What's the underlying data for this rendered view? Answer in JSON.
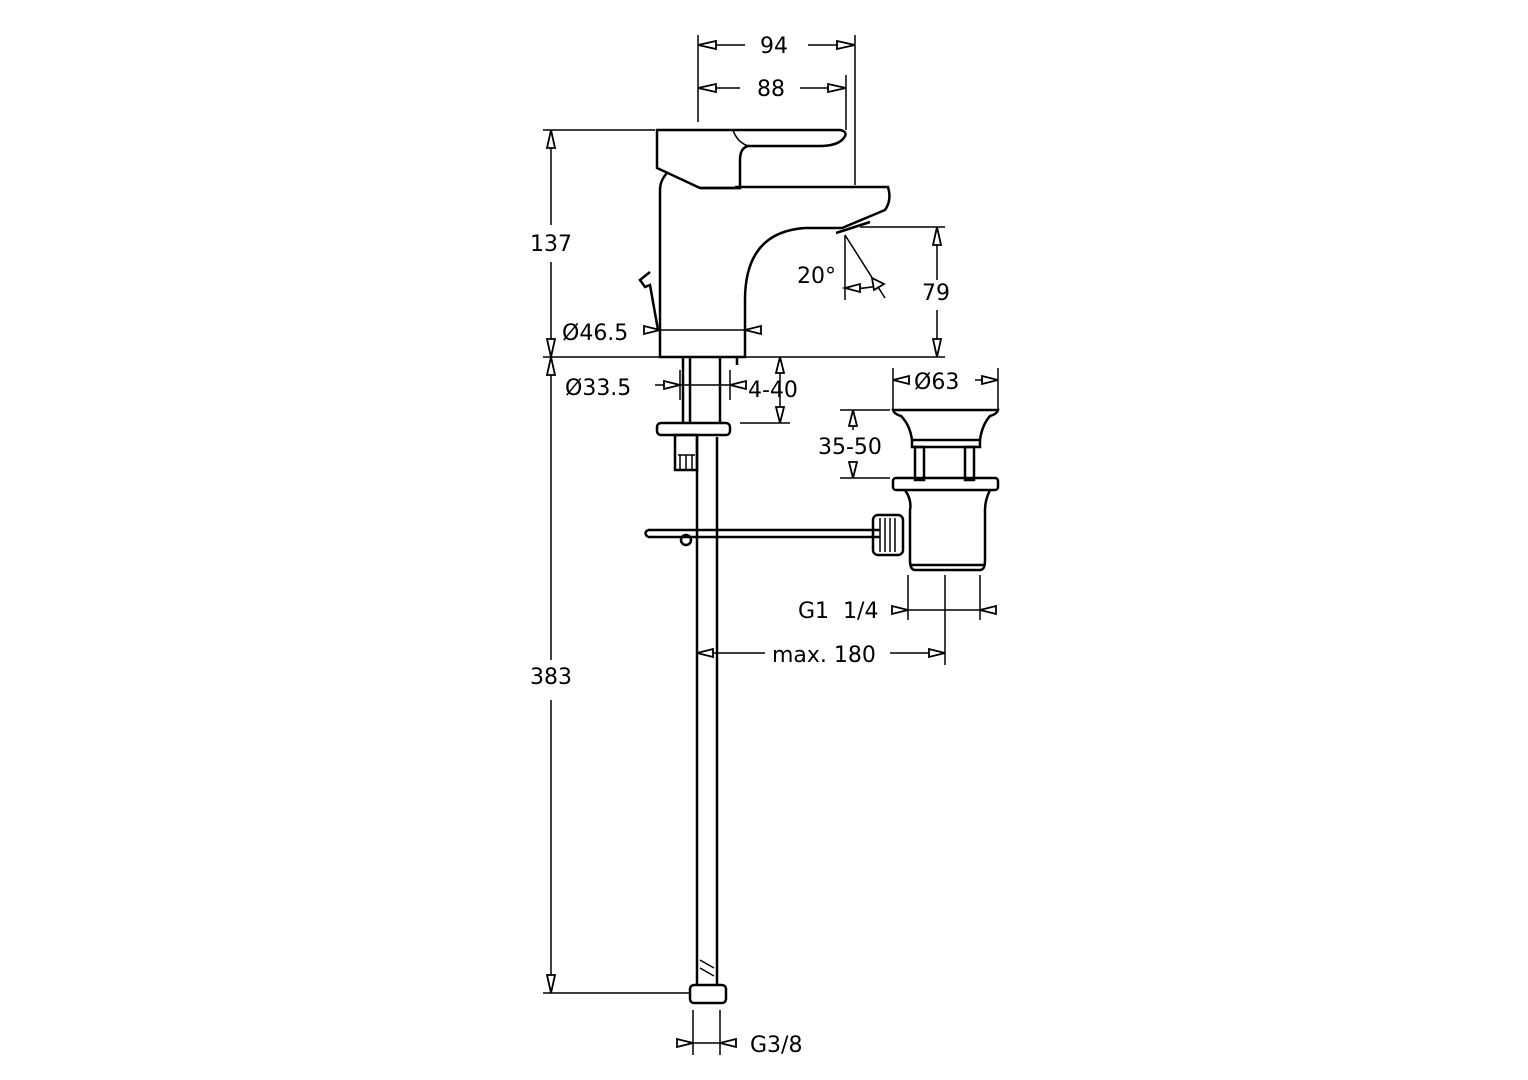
{
  "dimensions": {
    "overall_width": "94",
    "lever_width": "88",
    "tap_height": "137",
    "spout_height": "79",
    "spout_angle": "20°",
    "body_diameter": "Ø46.5",
    "shank_diameter": "Ø33.5",
    "deck_thickness": "4-40",
    "hose_length": "383",
    "waste_diameter": "Ø63",
    "pop_up_travel": "35-50",
    "waste_thread": "G1  1/4",
    "rod_length": "max. 180",
    "hose_thread": "G3/8"
  },
  "colors": {
    "line": "#000000",
    "background": "#ffffff"
  }
}
